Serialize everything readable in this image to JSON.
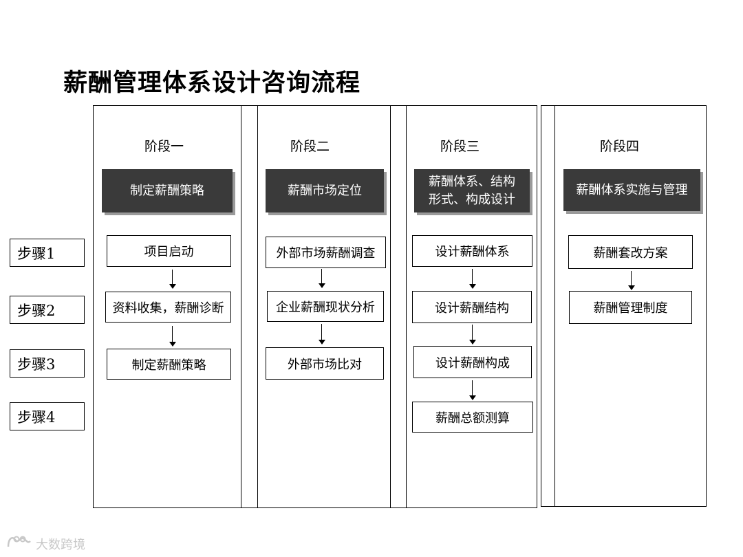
{
  "title": "薪酬管理体系设计咨询流程",
  "stages": [
    {
      "label": "阶段一",
      "header_lines": [
        "制定薪酬策略"
      ]
    },
    {
      "label": "阶段二",
      "header_lines": [
        "薪酬市场定位"
      ]
    },
    {
      "label": "阶段三",
      "header_lines": [
        "薪酬体系、结构",
        "形式、构成设计"
      ]
    },
    {
      "label": "阶段四",
      "header_lines": [
        "薪酬体系实施与管理"
      ]
    }
  ],
  "steps": [
    "步骤1",
    "步骤2",
    "步骤3",
    "步骤4"
  ],
  "stage_steps": [
    [
      "项目启动",
      "资料收集，薪酬诊断",
      "制定薪酬策略"
    ],
    [
      "外部市场薪酬调查",
      "企业薪酬现状分析",
      "外部市场比对"
    ],
    [
      "设计薪酬体系",
      "设计薪酬结构",
      "设计薪酬构成",
      "薪酬总额测算"
    ],
    [
      "薪酬套改方案",
      "薪酬管理制度"
    ]
  ],
  "watermark": "大数跨境"
}
